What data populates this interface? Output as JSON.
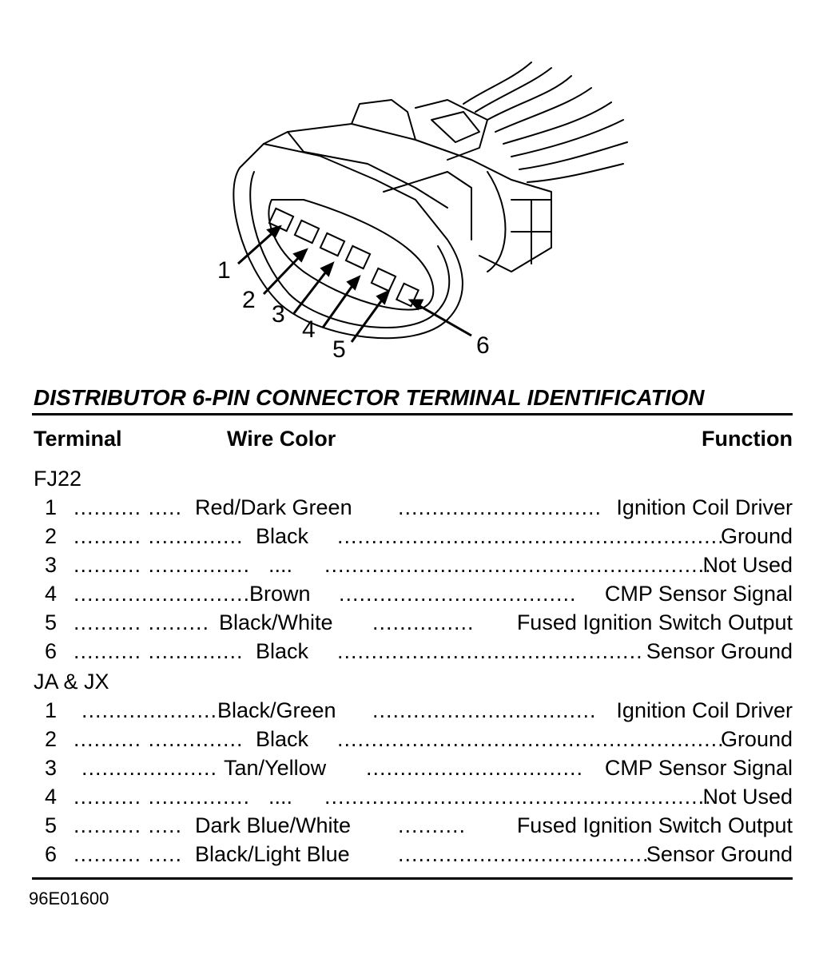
{
  "diagram": {
    "pin_callouts": [
      "1",
      "2",
      "3",
      "4",
      "5",
      "6"
    ]
  },
  "table": {
    "title": "DISTRIBUTOR 6-PIN CONNECTOR TERMINAL IDENTIFICATION",
    "headers": {
      "terminal": "Terminal",
      "wire_color": "Wire Color",
      "function": "Function"
    },
    "groups": [
      {
        "name": "FJ22",
        "rows": [
          {
            "terminal": "1",
            "wire_color": "Red/Dark Green",
            "function": "Ignition Coil Driver"
          },
          {
            "terminal": "2",
            "wire_color": "Black",
            "function": "Ground"
          },
          {
            "terminal": "3",
            "wire_color": "....",
            "function": "Not Used"
          },
          {
            "terminal": "4",
            "wire_color": "Brown",
            "function": "CMP Sensor Signal"
          },
          {
            "terminal": "5",
            "wire_color": "Black/White",
            "function": "Fused Ignition Switch Output"
          },
          {
            "terminal": "6",
            "wire_color": "Black",
            "function": "Sensor Ground"
          }
        ]
      },
      {
        "name": "JA & JX",
        "rows": [
          {
            "terminal": "1",
            "wire_color": "Black/Green",
            "function": "Ignition Coil Driver"
          },
          {
            "terminal": "2",
            "wire_color": "Black",
            "function": "Ground"
          },
          {
            "terminal": "3",
            "wire_color": "Tan/Yellow",
            "function": "CMP Sensor Signal"
          },
          {
            "terminal": "4",
            "wire_color": "....",
            "function": "Not Used"
          },
          {
            "terminal": "5",
            "wire_color": "Dark Blue/White",
            "function": "Fused Ignition Switch Output"
          },
          {
            "terminal": "6",
            "wire_color": "Black/Light Blue",
            "function": "Sensor Ground"
          }
        ]
      }
    ]
  },
  "figure_id": "96E01600"
}
